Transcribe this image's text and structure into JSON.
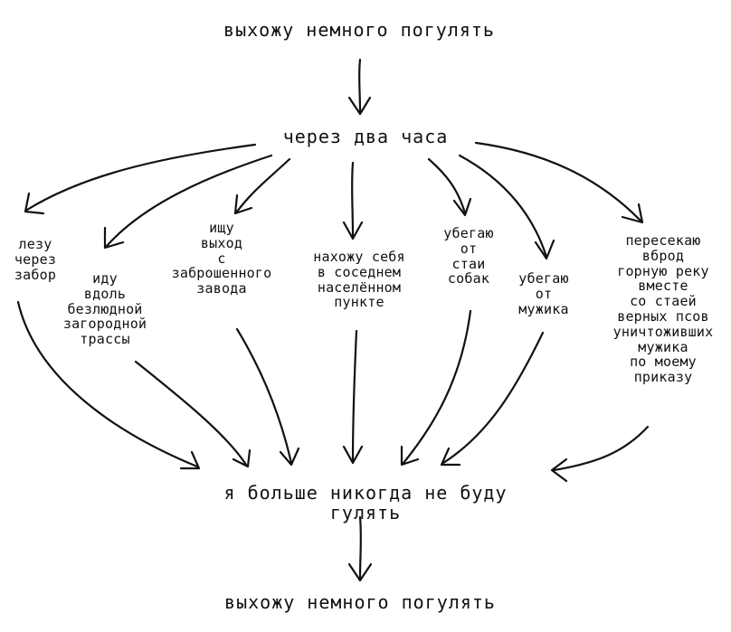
{
  "top": "выхожу немного погулять",
  "hub": "через два часа",
  "outcomes": [
    "лезу\nчерез\nзабор",
    "иду\nвдоль\nбезлюдной\nзагородной\nтрассы",
    "ищу\nвыход\nс\nзаброшенного\nзавода",
    "нахожу себя\nв соседнем\nнаселённом\nпункте",
    "убегаю\nот\nстаи\nсобак",
    "убегаю\nот\nмужика",
    "пересекаю\nвброд\nгорную реку\nвместе\nсо стаей\nверных псов\nуничтоживших\nмужика\nпо моему\nприказу"
  ],
  "result": "я больше никогда не буду гулять",
  "bottom": "выхожу немного погулять"
}
